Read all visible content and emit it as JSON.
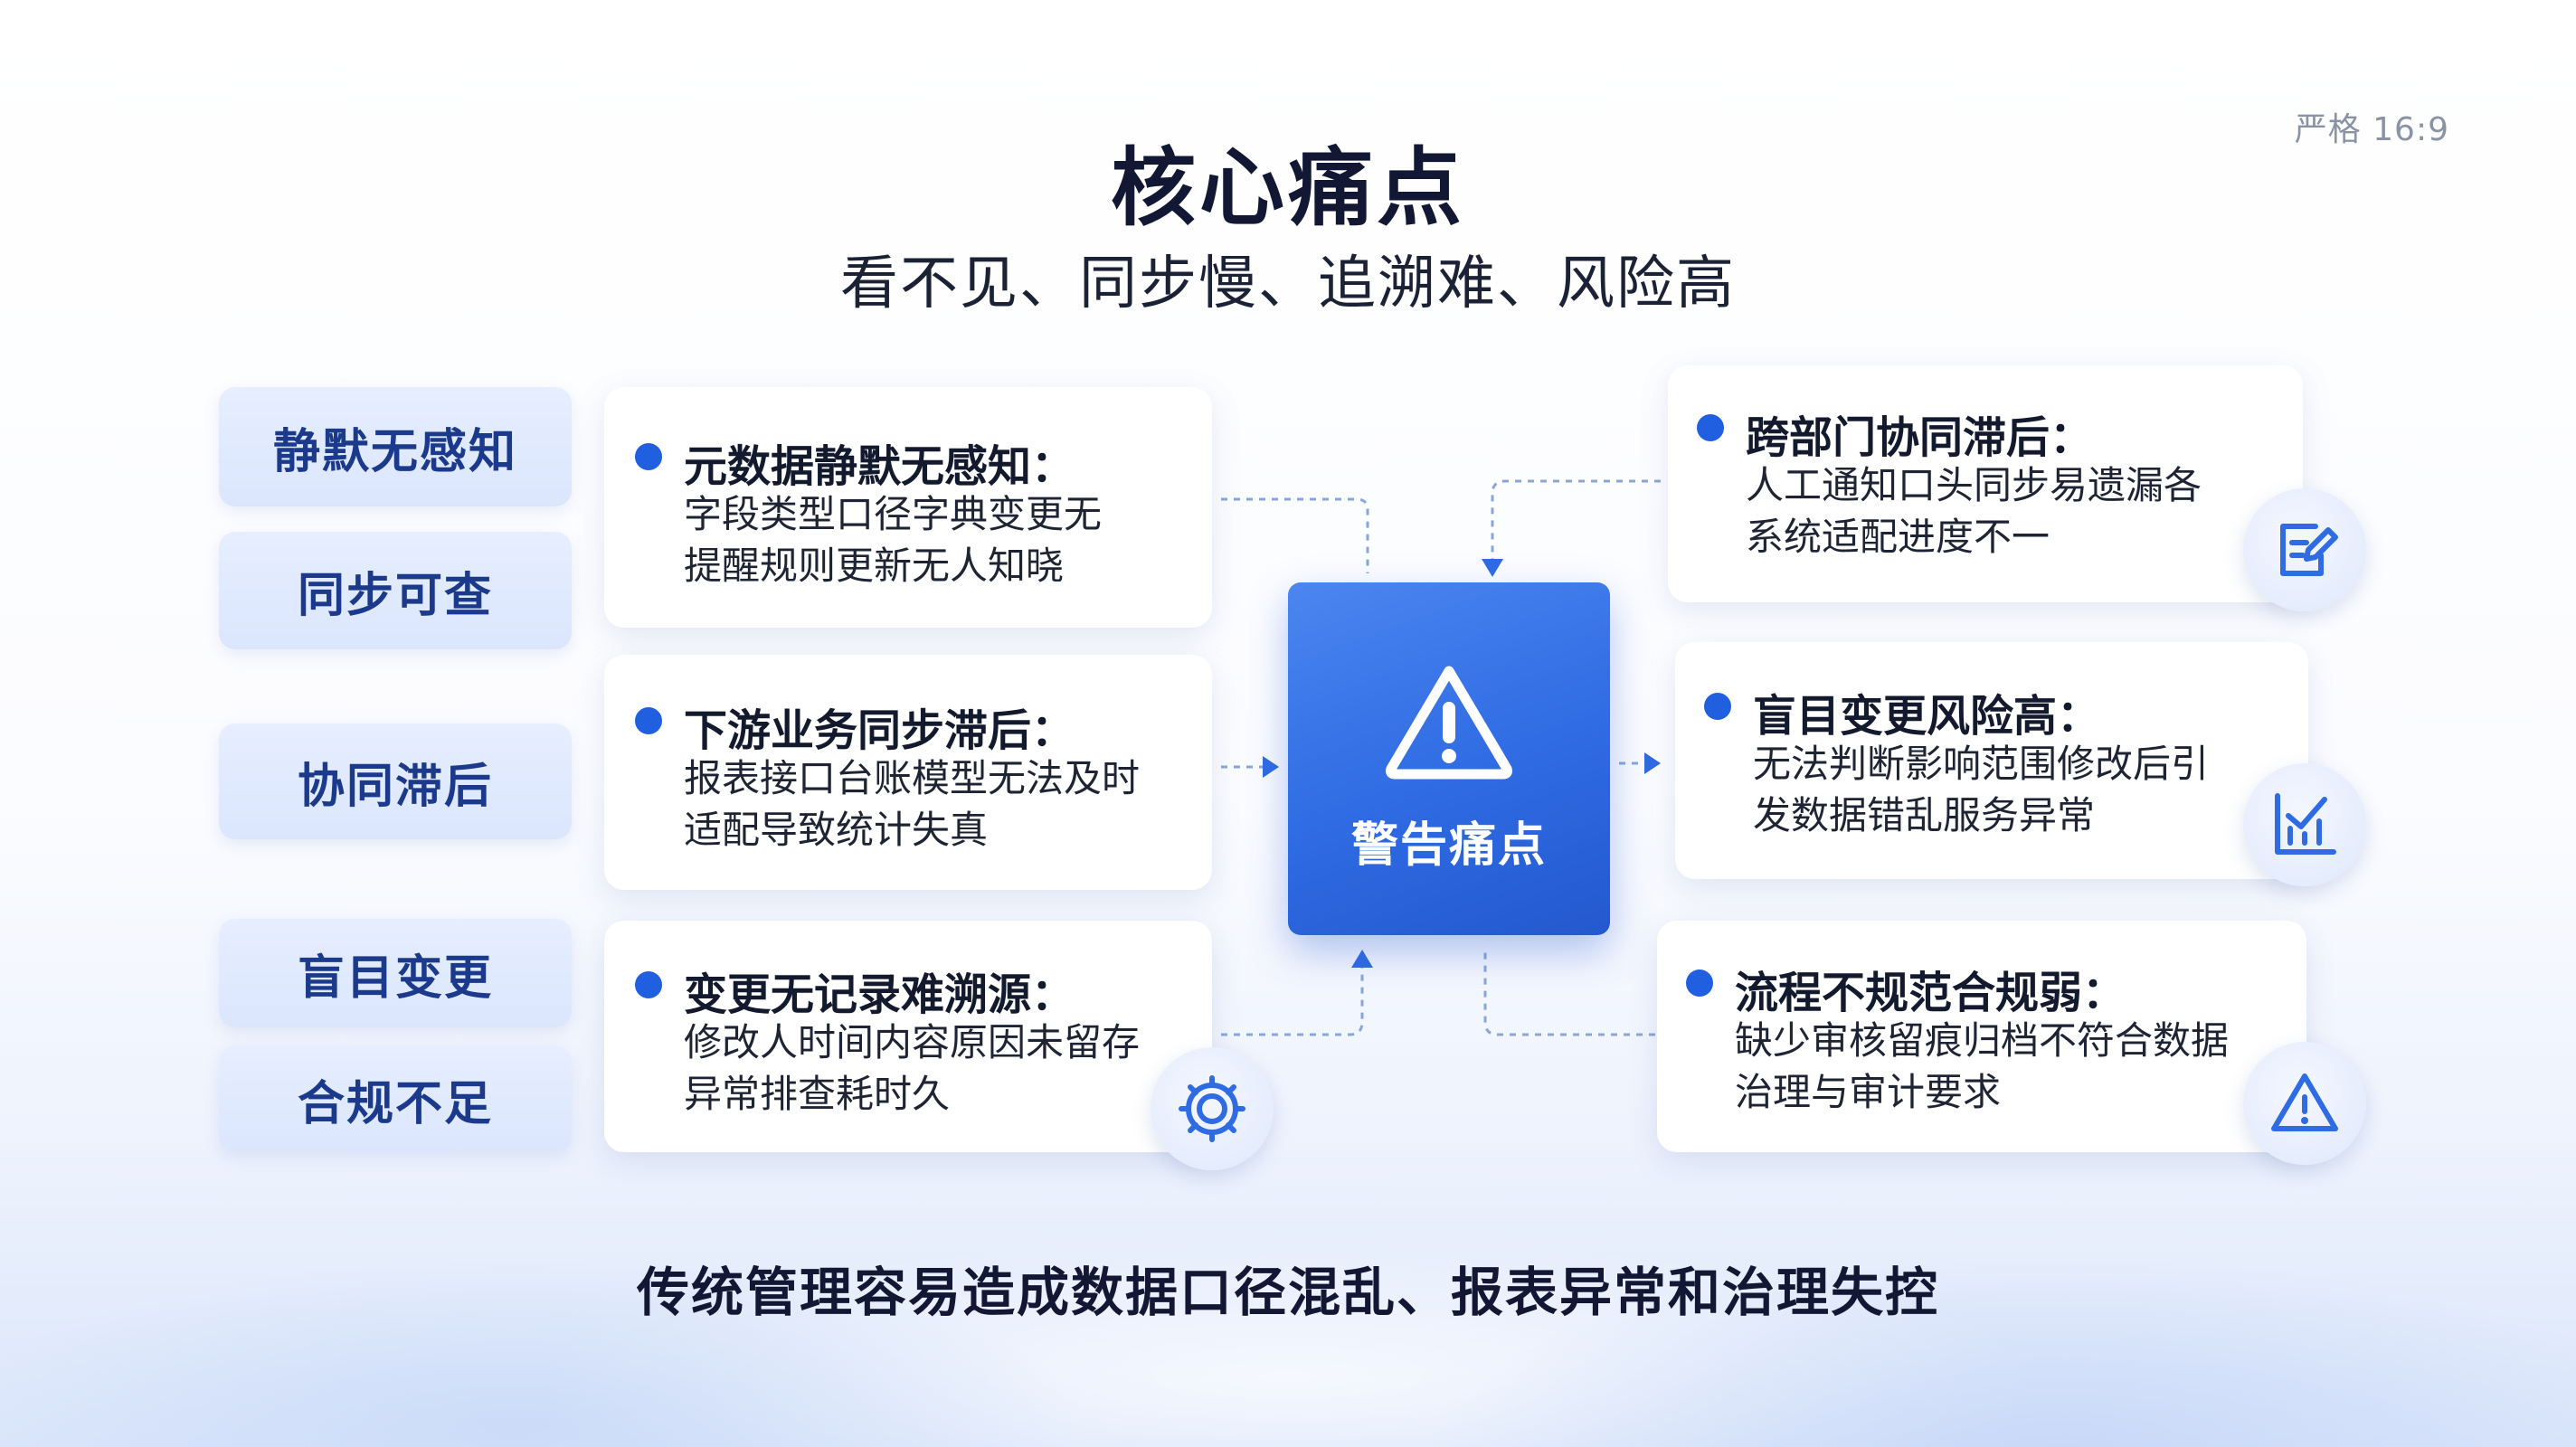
{
  "ratio_label": "严格 16:9",
  "title": "核心痛点",
  "subtitle": "看不见、同步慢、追溯难、风险高",
  "tags": [
    "静默无感知",
    "同步可查",
    "协同滞后",
    "盲目变更",
    "合规不足"
  ],
  "center": {
    "label": "警告痛点",
    "icon": "warning-triangle-icon"
  },
  "left_cards": [
    {
      "title": "元数据静默无感知：",
      "lines": [
        "字段类型口径字典变更无",
        "提醒规则更新无人知晓"
      ]
    },
    {
      "title": "下游业务同步滞后：",
      "lines": [
        "报表接口台账模型无法及时",
        "适配导致统计失真"
      ]
    },
    {
      "title": "变更无记录难溯源：",
      "lines": [
        "修改人时间内容原因未留存",
        "异常排查耗时久"
      ],
      "icon": "gear-icon"
    }
  ],
  "right_cards": [
    {
      "title": "跨部门协同滞后：",
      "lines": [
        "人工通知口头同步易遗漏各",
        "系统适配进度不一"
      ],
      "icon": "edit-document-icon"
    },
    {
      "title": "盲目变更风险高：",
      "lines": [
        "无法判断影响范围修改后引",
        "发数据错乱服务异常"
      ],
      "icon": "chart-check-icon"
    },
    {
      "title": "流程不规范合规弱：",
      "lines": [
        "缺少审核留痕归档不符合数据",
        "治理与审计要求"
      ],
      "icon": "warning-icon"
    }
  ],
  "footer": "传统管理容易造成数据口径混乱、报表异常和治理失控",
  "colors": {
    "accent": "#2f6be3",
    "dot": "#1f5fe0",
    "tag_text": "#1c3a8c"
  }
}
